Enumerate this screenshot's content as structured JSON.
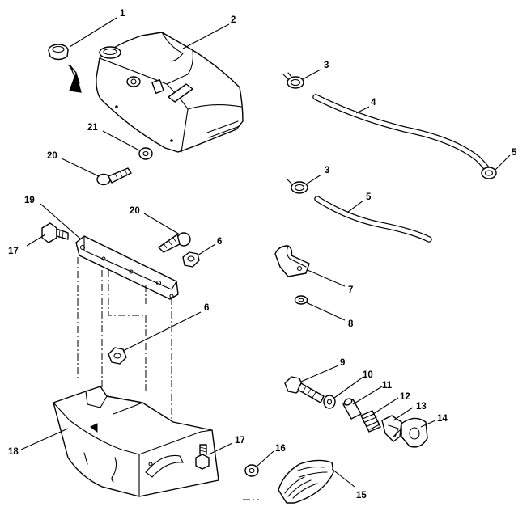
{
  "callouts": {
    "c1": "1",
    "c2": "2",
    "c3a": "3",
    "c3b": "3",
    "c4": "4",
    "c5a": "5",
    "c5b": "5",
    "c6a": "6",
    "c6b": "6",
    "c7": "7",
    "c8": "8",
    "c9": "9",
    "c10": "10",
    "c11": "11",
    "c12": "12",
    "c13": "13",
    "c14": "14",
    "c15": "15",
    "c16": "16",
    "c17a": "17",
    "c17b": "17",
    "c18": "18",
    "c19": "19",
    "c20a": "20",
    "c20b": "20",
    "c21": "21"
  }
}
